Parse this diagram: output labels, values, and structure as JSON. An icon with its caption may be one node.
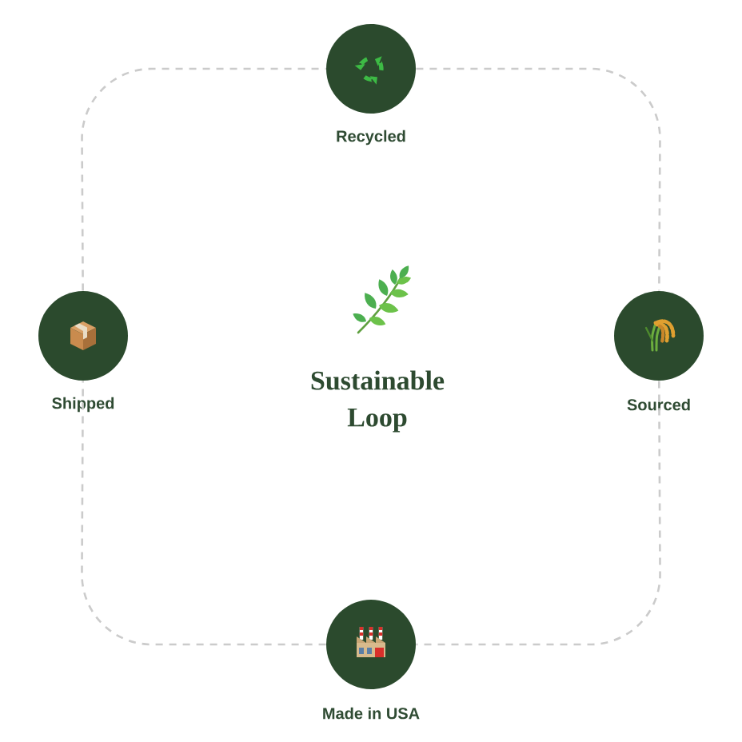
{
  "diagram": {
    "title": "Sustainable Loop",
    "nodes": [
      {
        "text": [
          "Recycled"
        ]
      },
      {
        "text": [
          "Shipped"
        ]
      },
      {
        "text": [
          "Sourced"
        ]
      },
      {
        "text": [
          "Made in USA"
        ]
      }
    ],
    "edges": [
      {
        "from": 0,
        "to": 2,
        "arrow": "none",
        "style": "dashed"
      },
      {
        "from": 2,
        "to": 3,
        "arrow": "none",
        "style": "dashed"
      },
      {
        "from": 3,
        "to": 1,
        "arrow": "none",
        "style": "dashed"
      },
      {
        "from": 1,
        "to": 0,
        "arrow": "none",
        "style": "dashed"
      }
    ]
  }
}
